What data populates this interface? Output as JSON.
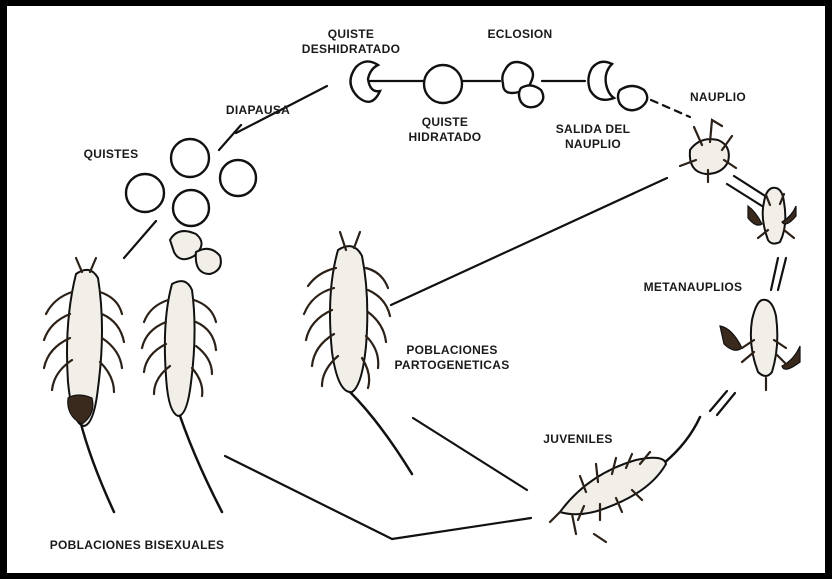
{
  "labels": {
    "quiste_deshidratado": [
      "QUISTE",
      "DESHIDRATADO"
    ],
    "eclosion": "ECLOSION",
    "nauplio": "NAUPLIO",
    "diapausa": "DIAPAUSA",
    "quistes": "QUISTES",
    "quiste_hidratado": [
      "QUISTE",
      "HIDRATADO"
    ],
    "salida_nauplio": [
      "SALIDA DEL",
      "NAUPLIO"
    ],
    "metanauplios": "METANAUPLIOS",
    "poblaciones_partenogeneticas": [
      "POBLACIONES",
      "PARTOGENETICAS"
    ],
    "juveniles": "JUVENILES",
    "poblaciones_bisexuales": "POBLACIONES BISEXUALES"
  },
  "colors": {
    "frame": "#000000",
    "background": "#ffffff",
    "ink": "#111111",
    "appendage_dark": "#3a2a1e",
    "body_fill": "#f2efe8"
  }
}
